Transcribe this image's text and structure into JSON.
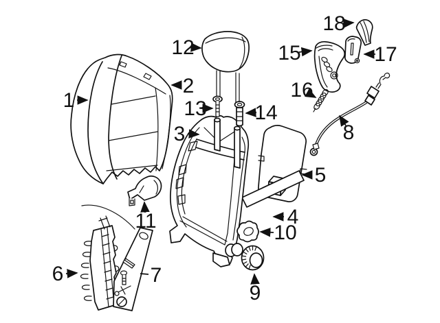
{
  "diagram": {
    "type": "exploded-parts-diagram",
    "background_color": "#ffffff",
    "line_color": "#111111",
    "label_color": "#111111",
    "callouts": [
      {
        "number": "1"
      },
      {
        "number": "2"
      },
      {
        "number": "3"
      },
      {
        "number": "4"
      },
      {
        "number": "5"
      },
      {
        "number": "6"
      },
      {
        "number": "7"
      },
      {
        "number": "8"
      },
      {
        "number": "9"
      },
      {
        "number": "10"
      },
      {
        "number": "11"
      },
      {
        "number": "12"
      },
      {
        "number": "13"
      },
      {
        "number": "14"
      },
      {
        "number": "15"
      },
      {
        "number": "16"
      },
      {
        "number": "17"
      },
      {
        "number": "18"
      }
    ]
  }
}
